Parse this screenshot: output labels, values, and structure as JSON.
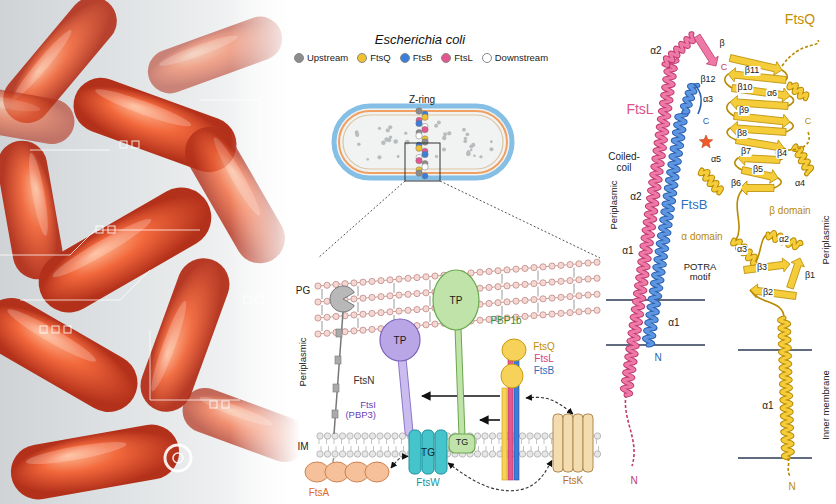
{
  "diagram": {
    "title": "Escherichia coli",
    "nodes": [
      {
        "text": [
          "FtsN"
        ]
      },
      {
        "text": [
          "TP",
          "FtsI (PBP3)"
        ]
      },
      {
        "text": [
          "TP",
          "PBP1b",
          "TG"
        ]
      },
      {
        "text": [
          "FtsQ",
          "FtsL",
          "FtsB"
        ]
      },
      {
        "text": [
          "FtsA"
        ]
      },
      {
        "text": [
          "TG",
          "FtsW"
        ]
      },
      {
        "text": [
          "FtsK"
        ]
      }
    ],
    "edges": [
      {
        "from": 3,
        "to": 1,
        "arrow": "to"
      },
      {
        "from": 3,
        "to": 2,
        "arrow": "to"
      },
      {
        "from": 3,
        "to": 6,
        "arrow": "both"
      },
      {
        "from": 5,
        "to": 6,
        "arrow": "both"
      },
      {
        "from": 4,
        "to": 5,
        "arrow": "both"
      }
    ],
    "labels": [
      "Z-ring",
      "PG",
      "Periplasmic",
      "IM",
      "Periplasmic",
      "FtsL",
      "Coiled-coil",
      "α1",
      "α2",
      "β",
      "β12",
      "C",
      "α3",
      "C",
      "β11",
      "β10",
      "α6",
      "β9",
      "β8",
      "β7",
      "α5",
      "β4",
      "β5",
      "β6",
      "α4",
      "FtsQ",
      "C",
      "Periplasmic",
      "FtsB",
      "α2",
      "α1",
      "α domain",
      "β domain",
      "POTRA motif",
      "α3",
      "α2",
      "β3",
      "β1",
      "β2",
      "N",
      "N",
      "N",
      "α1",
      "Inner membrane"
    ],
    "legend": [
      {
        "text": "Upstream",
        "color": "#8c8c8c"
      },
      {
        "text": "FtsQ",
        "color": "#f2c12e"
      },
      {
        "text": "FtsB",
        "color": "#3b7dd8"
      },
      {
        "text": "FtsL",
        "color": "#e4568f"
      },
      {
        "text": "Downstream",
        "color": "#ffffff"
      }
    ]
  }
}
